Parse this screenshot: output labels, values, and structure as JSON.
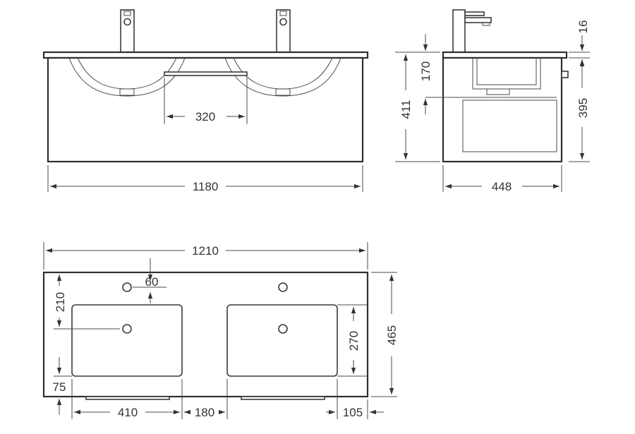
{
  "dimensions": {
    "d320": "320",
    "d1180": "1180",
    "d448": "448",
    "d16": "16",
    "d170": "170",
    "d411": "411",
    "d395": "395",
    "d1210": "1210",
    "d60": "60",
    "d210": "210",
    "d270": "270",
    "d465": "465",
    "d75": "75",
    "d410": "410",
    "d180": "180",
    "d105": "105"
  }
}
